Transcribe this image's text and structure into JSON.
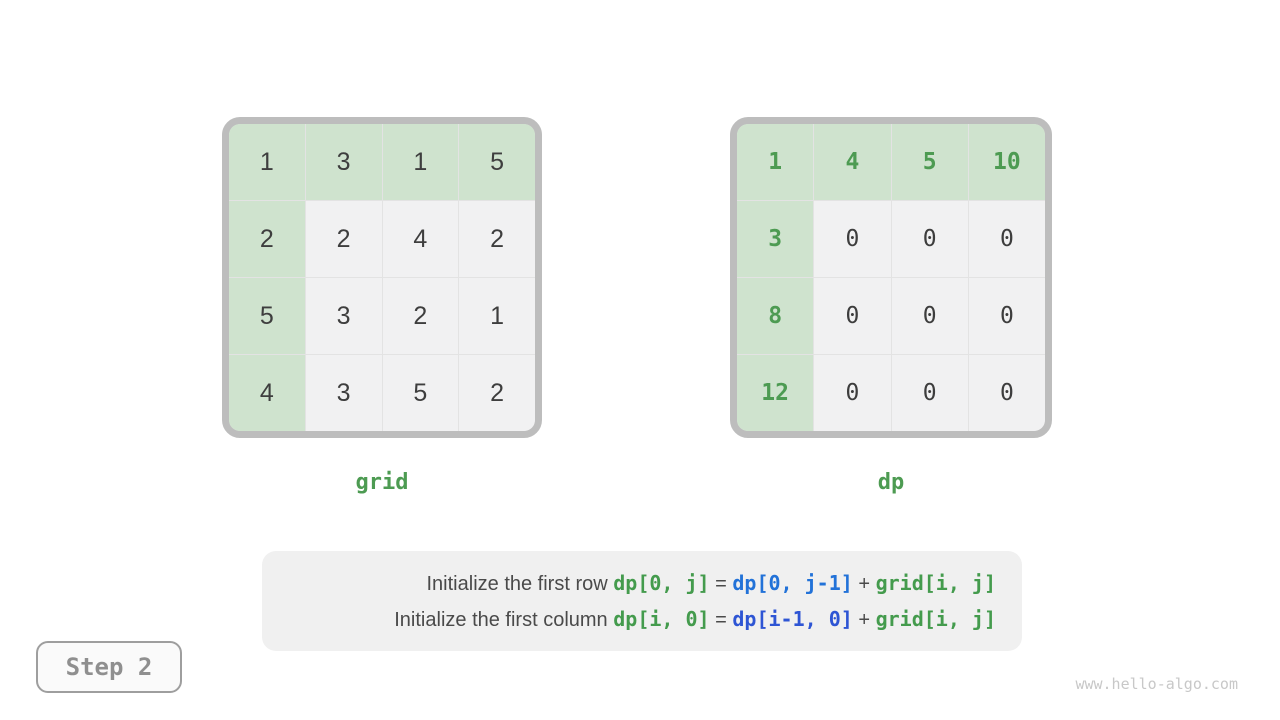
{
  "grids": {
    "grid": {
      "label": "grid",
      "rows": [
        [
          "1",
          "3",
          "1",
          "5"
        ],
        [
          "2",
          "2",
          "4",
          "2"
        ],
        [
          "5",
          "3",
          "2",
          "1"
        ],
        [
          "4",
          "3",
          "5",
          "2"
        ]
      ]
    },
    "dp": {
      "label": "dp",
      "rows": [
        [
          "1",
          "4",
          "5",
          "10"
        ],
        [
          "3",
          "0",
          "0",
          "0"
        ],
        [
          "8",
          "0",
          "0",
          "0"
        ],
        [
          "12",
          "0",
          "0",
          "0"
        ]
      ]
    }
  },
  "formula": {
    "row": {
      "prefix": "Initialize the first row ",
      "lhs": "dp[0, j]",
      "eq": " = ",
      "term1": "dp[0, j-1]",
      "plus": " + ",
      "term2": "grid[i, j]"
    },
    "column": {
      "prefix": "Initialize the first column ",
      "lhs": "dp[i, 0]",
      "eq": " = ",
      "term1": "dp[i-1, 0]",
      "plus": " + ",
      "term2": "grid[i, j]"
    }
  },
  "step": {
    "label": "Step 2"
  },
  "watermark": "www.hello-algo.com",
  "colors": {
    "accent_green": "#4d9b52",
    "formula_green": "#449b4d",
    "formula_blue_row": "#2272d8",
    "formula_blue_column": "#2e55d4",
    "cell_highlight_green": "#cfe3ce",
    "cell_gray": "#f1f1f2",
    "frame_gray": "#bdbdbd",
    "text_dark": "#3e3e3e"
  }
}
